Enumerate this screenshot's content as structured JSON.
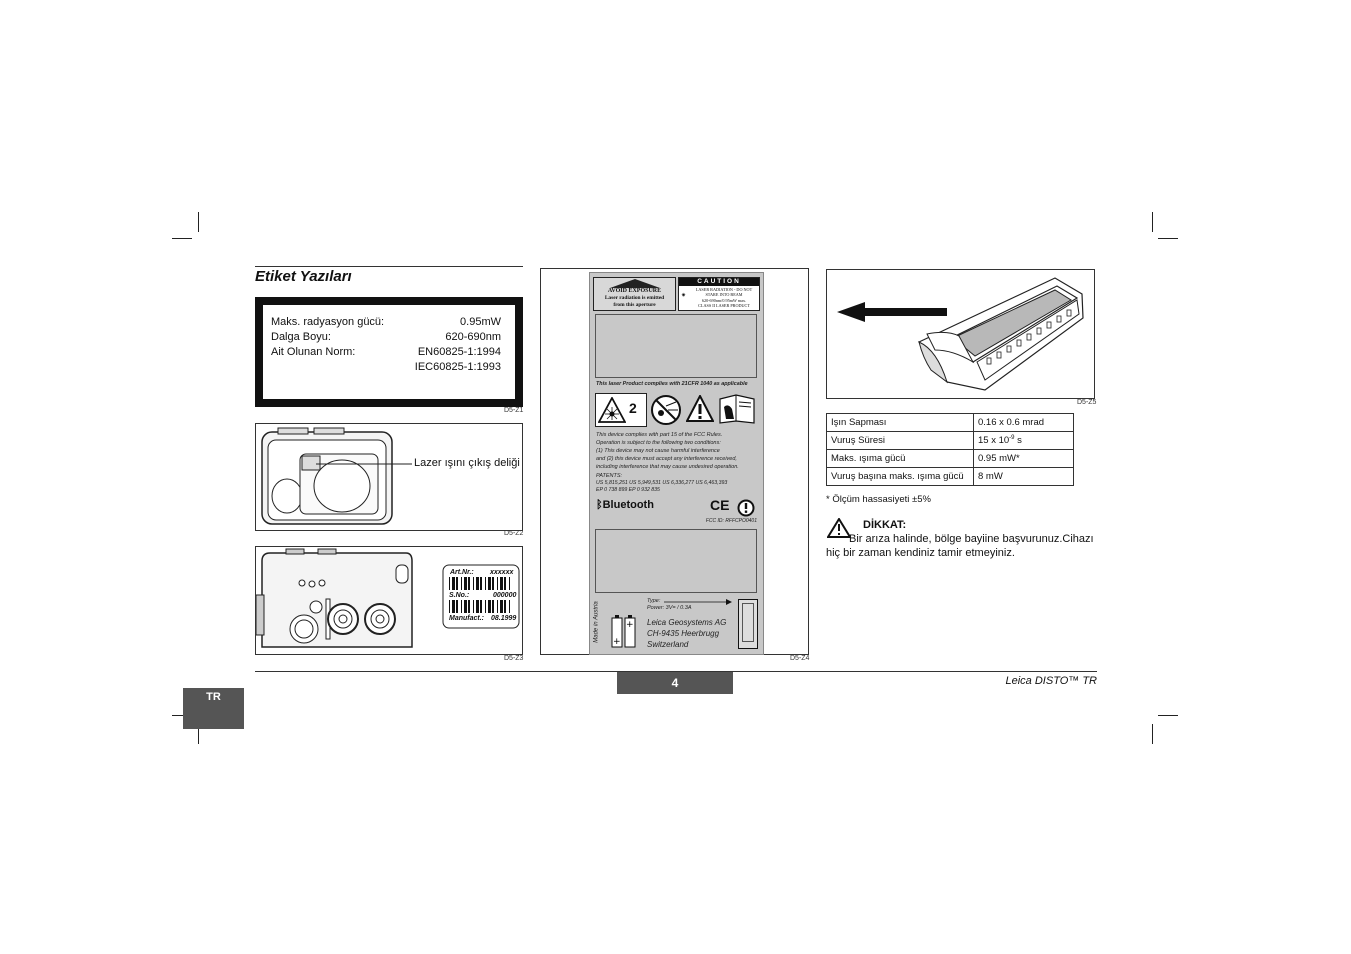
{
  "section_title": "Etiket Yazıları",
  "spec_label": {
    "rows": [
      {
        "key": "Maks. radyasyon gücü:",
        "value": "0.95mW"
      },
      {
        "key": "Dalga Boyu:",
        "value": "620-690nm"
      },
      {
        "key": "Ait Olunan Norm:",
        "value": "EN60825-1:1994"
      },
      {
        "key": "",
        "value": "IEC60825-1:1993"
      }
    ]
  },
  "figure_codes": {
    "z1": "D5-Z1",
    "z2": "D5-Z2",
    "z3": "D5-Z3",
    "z4": "D5-Z4",
    "z5": "D5-Z5"
  },
  "laser_exit_label": "Lazer ışını çıkış deliği",
  "serial_label": {
    "art_label": "Art.Nr.:",
    "art_value": "xxxxxx",
    "sno_label": "S.No.:",
    "sno_value": "000000",
    "manufact_label": "Manufact.:",
    "manufact_value": "08.1999"
  },
  "device_label": {
    "avoid_exposure": "AVOID EXPOSURE",
    "avoid_text_1": "Laser radiation is emitted",
    "avoid_text_2": "from this aperture",
    "caution": "CAUTION",
    "caution_text_1": "LASER RADIATION - DO NOT",
    "caution_text_2": "STARE INTO BEAM",
    "caution_text_3": "620-690nm/0.95mW max.",
    "caution_text_4": "CLASS II LASER PRODUCT",
    "cfr_text": "This laser Product complies with 21CFR 1040 as applicable",
    "class_number": "2",
    "fcc_1": "This device complies with part 15 of the FCC Rules.",
    "fcc_2": "Operation is subject to the  following two conditions:",
    "fcc_3": "(1) This device may not cause harmful interference",
    "fcc_4": "and (2) this device must accept any interference received,",
    "fcc_5": "including interference that may cause undesired operation.",
    "patents_title": "PATENTS:",
    "patents_1": "US 5,815,251   US 5,949,531   US 6,336,277   US 6,463,393",
    "patents_2": "EP 0 738 899   EP 0 932 835",
    "bluetooth": "Bluetooth",
    "ce_mark": "CE",
    "fcc_id": "FCC ID: RFFCPO0401",
    "made_in": "Made in Austria",
    "type_label": "Type:",
    "power_label": "Power:  3V= / 0.3A",
    "company_1": "Leica Geosystems AG",
    "company_2": "CH-9435 Heerbrugg",
    "company_3": "Switzerland"
  },
  "tech_table": [
    {
      "label": "Işın Sapması",
      "value": "0.16 x 0.6 mrad"
    },
    {
      "label": "Vuruş Süresi",
      "value": "15 x 10",
      "sup": "-9",
      "unit": " s"
    },
    {
      "label": "Maks. ışıma gücü",
      "value": "0.95 mW*"
    },
    {
      "label": "Vuruş başına maks. ışıma gücü",
      "value": "8 mW"
    }
  ],
  "footnote": "* Ölçüm hassasiyeti ±5%",
  "warning": {
    "title": "DİKKAT:",
    "line_1": "Bir arıza halinde, bölge bayiine başvurunuz.Cihazı",
    "line_2": "hiç bir zaman kendiniz tamir etmeyiniz."
  },
  "footer": {
    "page_number": "4",
    "product": "Leica DISTO™ TR",
    "language": "TR"
  }
}
